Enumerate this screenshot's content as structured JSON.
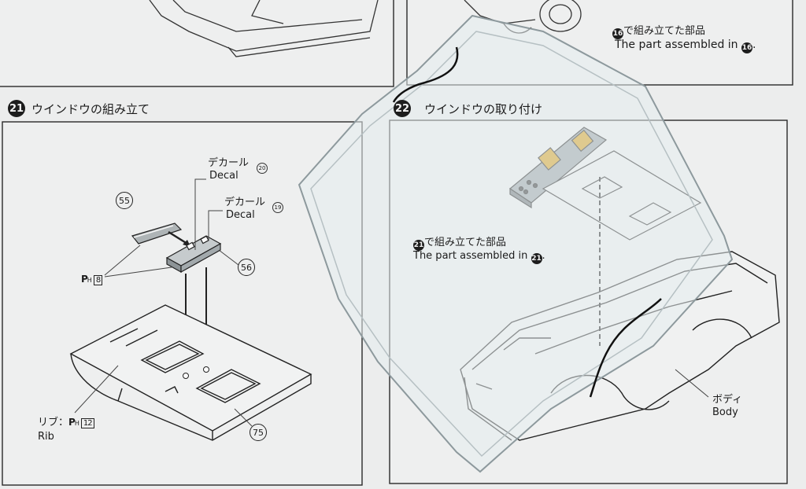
{
  "step21": {
    "badge": "21",
    "title": "ウインドウの組み立て",
    "decal20_jp": "デカール",
    "decal20_num": "20",
    "decal20_en": "Decal",
    "decal19_jp": "デカール",
    "decal19_num": "19",
    "decal19_en": "Decal",
    "part55": "55",
    "part56": "56",
    "part75": "75",
    "ph_letter": "P",
    "ph_sub": "H",
    "ph8_num": "8",
    "rib_jp": "リブ：",
    "rib_num": "12",
    "rib_en": "Rib"
  },
  "step22": {
    "badge": "22",
    "title": "ウインドウの取り付け",
    "assembled_jp": "で組み立てた部品",
    "assembled_en": "The part assembled in",
    "assembled_ref": "21",
    "body_jp": "ボディ",
    "body_en": "Body"
  },
  "step16_note": {
    "ref": "16",
    "jp": "で組み立てた部品",
    "en": "The part assembled in"
  },
  "colors": {
    "paper": "#eeefef",
    "ink": "#1d1d1d",
    "clear_part": "#c9d3d6",
    "gray_part": "#8e979b",
    "gauge_yellow": "#d7a11c"
  }
}
